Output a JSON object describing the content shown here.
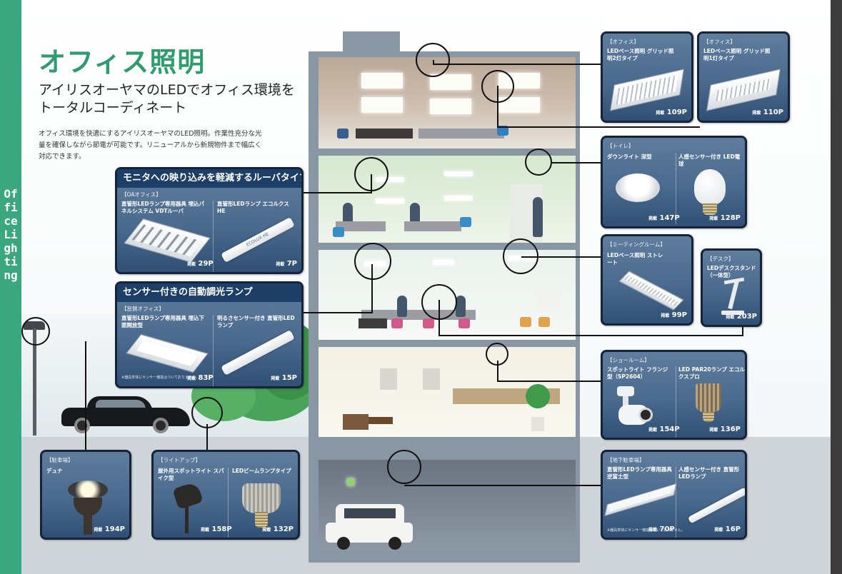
{
  "page": {
    "spine_text": "Office Lighting",
    "title": "オフィス照明",
    "subtitle": "アイリスオーヤマのLEDでオフィス環境をトータルコーディネート",
    "description": "オフィス環境を快適にするアイリスオーヤマのLED照明。作業性充分な光量を確保しながら節電が可能です。リニューアルから新規物件まで幅広く対応できます。"
  },
  "panels": {
    "office1": {
      "category": "【オフィス】",
      "name": "LEDベース照明 グリッド照明2灯タイプ",
      "page_tag": "掲載",
      "page": "109P"
    },
    "office2": {
      "category": "【オフィス】",
      "name": "LEDベース照明 グリッド照明1灯タイプ",
      "page_tag": "掲載",
      "page": "110P"
    },
    "toilet": {
      "category": "【トイレ】",
      "items": [
        {
          "name": "ダウンライト 深型",
          "page_tag": "掲載",
          "page": "147P"
        },
        {
          "name": "人感センサー付き LED電球",
          "page_tag": "掲載",
          "page": "128P"
        }
      ]
    },
    "meeting": {
      "category": "【ミーティングルーム】",
      "name": "LEDベース照明 ストレート",
      "page_tag": "掲載",
      "page": "99P"
    },
    "desk": {
      "category": "【デスク】",
      "name": "LEDデスクスタンド（一体型）",
      "page_tag": "掲載",
      "page": "203P"
    },
    "showroom": {
      "category": "【ショールーム】",
      "items": [
        {
          "name": "スポットライト フランジ型（SP2604）",
          "page_tag": "掲載",
          "page": "154P"
        },
        {
          "name": "LED PAR20ランプ エコルクスプロ",
          "page_tag": "掲載",
          "page": "136P"
        }
      ]
    },
    "basement": {
      "category": "【地下駐車場】",
      "items": [
        {
          "name": "直管形LEDランプ専用器具 逆富士型",
          "page_tag": "掲載",
          "page": "70P"
        },
        {
          "name": "人感センサー付き 直管形LEDランプ",
          "page_tag": "掲載",
          "page": "16P"
        }
      ],
      "note": "※器具単体にセンサー機能はついておりません。"
    },
    "oa": {
      "header": "モニタへの映り込みを軽減するルーバタイプ",
      "category": "【OAオフィス】",
      "items": [
        {
          "name": "直管形LEDランプ専用器具 埋込パネルシステム VDTルーバ",
          "page_tag": "掲載",
          "page": "29P"
        },
        {
          "name": "直管形LEDランプ エコルクスHE",
          "page_tag": "掲載",
          "page": "7P"
        }
      ],
      "tube_label": "ECOLUX HE"
    },
    "sensor": {
      "header": "センサー付きの自動調光ランプ",
      "category": "【窓側オフィス】",
      "items": [
        {
          "name": "直管形LEDランプ専用器具 埋込下面開放型",
          "page_tag": "掲載",
          "page": "83P"
        },
        {
          "name": "明るさセンサー付き 直管形LEDランプ",
          "page_tag": "掲載",
          "page": "15P"
        }
      ],
      "note": "※器具単体にセンサー機能はついておりません。"
    },
    "parking": {
      "category": "【駐車場】",
      "name": "デュナ",
      "page_tag": "掲載",
      "page": "194P"
    },
    "lightup": {
      "category": "【ライトアップ】",
      "items": [
        {
          "name": "屋外用スポットライト スパイク型",
          "page_tag": "掲載",
          "page": "158P"
        },
        {
          "name": "LEDビームランプタイプ",
          "page_tag": "掲載",
          "page": "132P"
        }
      ]
    }
  },
  "colors": {
    "accent_green": "#2e9c6f",
    "panel_blue": "#4a6a8e",
    "panel_header": "#1d3e66"
  }
}
